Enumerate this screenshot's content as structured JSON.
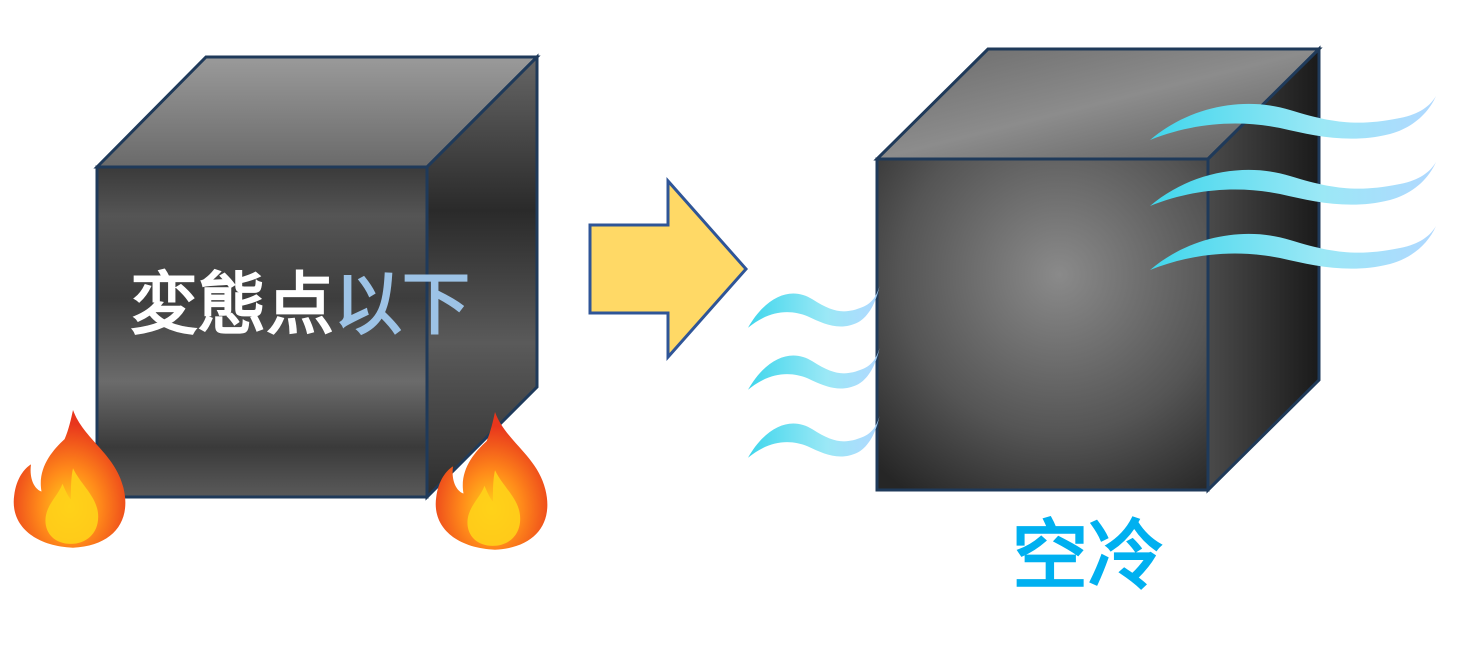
{
  "left_cube": {
    "label_part1": "変態点",
    "label_part2": "以下"
  },
  "right_cube": {
    "caption": "空冷"
  },
  "colors": {
    "label_white": "#ffffff",
    "label_blue": "#9dc3e6",
    "caption_blue": "#00b0f0",
    "arrow_fill": "#ffd966",
    "arrow_stroke": "#2f5597",
    "cube_edge": "#1f3a5a",
    "wind": "#4dd9f0"
  }
}
